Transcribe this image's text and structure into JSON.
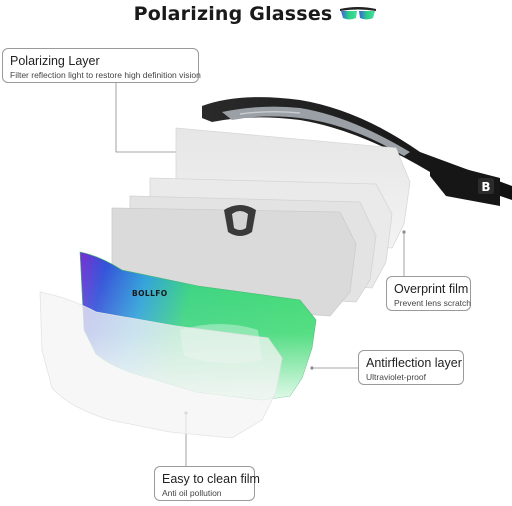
{
  "header": {
    "title": "Polarizing Glasses",
    "icon": "sunglasses-icon"
  },
  "brand": {
    "logo_text": "BOLLFO"
  },
  "callouts": {
    "polarizing_layer": {
      "title": "Polarizing Layer",
      "subtitle": "Filter reflection light to restore high definition vision"
    },
    "overprint_film": {
      "title": "Overprint film",
      "subtitle": "Prevent lens scratch"
    },
    "antireflection_layer": {
      "title": "Antirflection layer",
      "subtitle": "Ultraviolet-proof"
    },
    "easy_clean_film": {
      "title": "Easy to clean film",
      "subtitle": "Anti oil pollution"
    }
  },
  "colors": {
    "frame": "#1c1c1c",
    "frame_accent": "#9aa0a6",
    "lens_green": "#36d67a",
    "lens_blue": "#3a5bd8",
    "lens_purple": "#8a3ad0",
    "leader_line": "#8a8a8a"
  }
}
